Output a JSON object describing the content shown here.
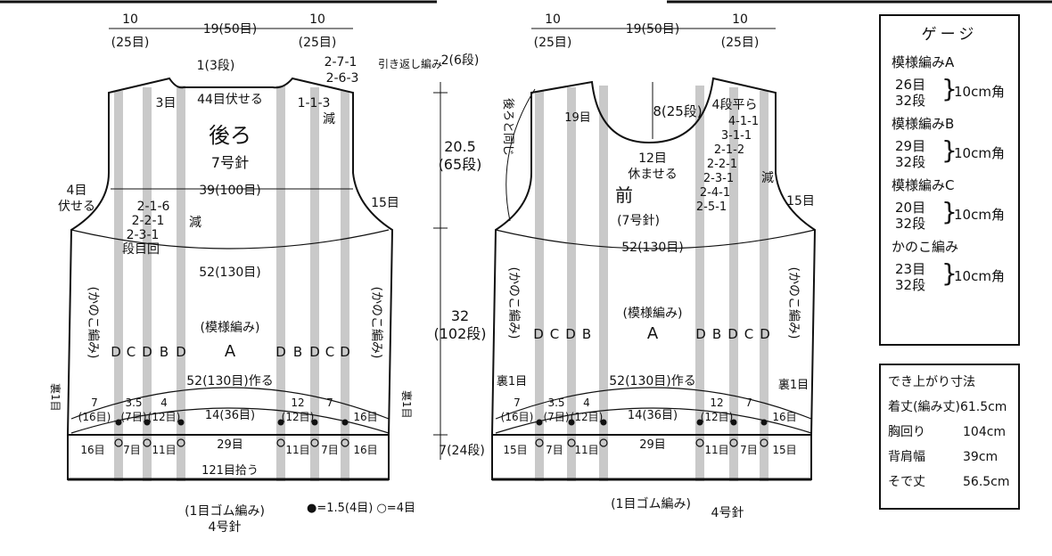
{
  "back": {
    "top_widths": [
      "10",
      "19(50目)",
      "10"
    ],
    "top_counts": [
      "(25目)",
      "(25目)"
    ],
    "title": "後ろ",
    "needle": "7号針",
    "bind_center": "44目伏せる",
    "bind_left": "3目",
    "shoulder_note": "1(3段)",
    "short_row": "2-7-1",
    "short_row_2": "2-6-3",
    "short_row_label": "引き返し編み",
    "dec_right_1": "1-1-3",
    "dec_right_2": "減",
    "width_39": "39(100目)",
    "arm_left": "4目",
    "arm_left_2": "伏せる",
    "arm_right": "15目",
    "arm_dec": [
      "2-1-6",
      "2-2-1",
      "2-3-1"
    ],
    "arm_dec_note": "段目回",
    "arm_dec_red": "減",
    "width_52": "52(130目)",
    "kanoko_left": "(かのこ編み)",
    "kanoko_right": "(かのこ編み)",
    "pattern_label": "(模様編み)",
    "cols": [
      "D",
      "C",
      "D",
      "B",
      "D",
      "A",
      "D",
      "B",
      "D",
      "C",
      "D"
    ],
    "cast_on": "52(130目)作る",
    "ura_left": "裏1目",
    "ura_right": "裏1目",
    "bottom_dims": [
      "7",
      "(16目)",
      "3.5",
      "(7目)",
      "4",
      "(12目)",
      "14(36目)",
      "12",
      "(12目)",
      "7",
      "16目"
    ],
    "rib_counts": [
      "16目",
      "7目",
      "11目",
      "29目",
      "11目",
      "7目",
      "16目"
    ],
    "pickup": "121目拾う",
    "rib_label": "(1目ゴム編み)",
    "rib_needle": "4号針",
    "legend": "●=1.5(4目) ○=4目"
  },
  "middle": {
    "top": "2(6段)",
    "arm": "20.5",
    "arm_rows": "(65段)",
    "body": "32",
    "body_rows": "(102段)",
    "rib": "7(24段)"
  },
  "front": {
    "top_widths": [
      "10",
      "19(50目)",
      "10"
    ],
    "top_counts": [
      "(25目)",
      "(25目)"
    ],
    "same_as_back": "後ろと同じ",
    "neck_depth": "8(25段)",
    "neck_19": "19目",
    "neck_center": "12目",
    "neck_center_2": "休ませる",
    "neck_flat": "4段平ら",
    "neck_dec": [
      "4-1-1",
      "3-1-1",
      "2-1-2",
      "2-2-1",
      "2-3-1",
      "2-4-1",
      "2-5-1"
    ],
    "neck_red": "減",
    "title": "前",
    "needle": "(7号針)",
    "arm_right": "15目",
    "width_52": "52(130目)",
    "kanoko_left": "(かのこ編み)",
    "kanoko_right": "(かのこ編み)",
    "pattern_label": "(模様編み)",
    "cols": [
      "D",
      "C",
      "D",
      "B",
      "A",
      "D",
      "B",
      "D",
      "C",
      "D"
    ],
    "cast_on": "52(130目)作る",
    "ura_left": "裏1目",
    "ura_right": "裏1目",
    "bottom_dims": [
      "7",
      "(16目)",
      "3.5",
      "(7目)",
      "4",
      "(12目)",
      "14(36目)",
      "12",
      "(12目)",
      "7",
      "16目"
    ],
    "rib_counts": [
      "15目",
      "7目",
      "11目",
      "29目",
      "11目",
      "7目",
      "15目"
    ],
    "rib_label": "(1目ゴム編み)",
    "rib_needle": "4号針"
  },
  "gauge": {
    "title": "ゲージ",
    "items": [
      {
        "name": "模様編みA",
        "st": "26目",
        "rows": "32段",
        "size": "10cm角"
      },
      {
        "name": "模様編みB",
        "st": "29目",
        "rows": "32段",
        "size": "10cm角"
      },
      {
        "name": "模様編みC",
        "st": "20目",
        "rows": "32段",
        "size": "10cm角"
      },
      {
        "name": "かのこ編み",
        "st": "23目",
        "rows": "32段",
        "size": "10cm角"
      }
    ]
  },
  "sizes": {
    "title": "でき上がり寸法",
    "rows": [
      {
        "label": "着丈(編み丈)",
        "value": "61.5cm"
      },
      {
        "label": "胸回り",
        "value": "104cm"
      },
      {
        "label": "背肩幅",
        "value": "39cm"
      },
      {
        "label": "そで丈",
        "value": "56.5cm"
      }
    ]
  }
}
